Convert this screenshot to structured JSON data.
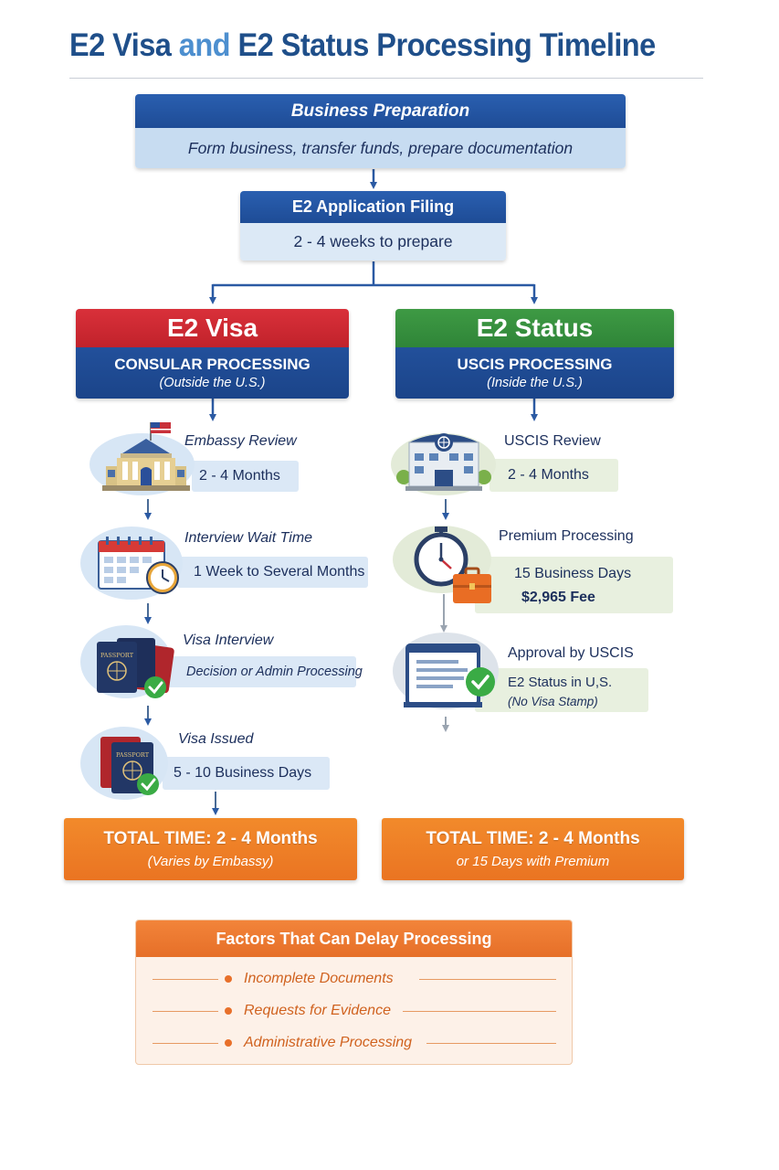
{
  "title": {
    "part1": "E2 Visa",
    "and": "and",
    "part2": "E2 Status Processing Timeline"
  },
  "business_prep": {
    "title": "Business Preparation",
    "desc": "Form business, transfer funds, prepare documentation"
  },
  "application_filing": {
    "title": "E2 Application Filing",
    "desc": "2 - 4 weeks to prepare"
  },
  "visa_column": {
    "header": "E2 Visa",
    "subheader": "CONSULAR PROCESSING",
    "note": "(Outside the U.S.)",
    "steps": [
      {
        "label": "Embassy Review",
        "value": "2 - 4 Months",
        "icon": "embassy-icon"
      },
      {
        "label": "Interview Wait Time",
        "value": "1 Week to Several Months",
        "icon": "calendar-clock-icon"
      },
      {
        "label": "Visa Interview",
        "value": "Decision or Admin Processing",
        "icon": "passport-check-icon"
      },
      {
        "label": "Visa Issued",
        "value": "5 - 10 Business Days",
        "icon": "passport-check-icon"
      }
    ],
    "total": {
      "label": "TOTAL TIME: 2 - 4 Months",
      "note": "(Varies by Embassy)"
    }
  },
  "status_column": {
    "header": "E2 Status",
    "subheader": "USCIS PROCESSING",
    "note": "(Inside the U.S.)",
    "steps": [
      {
        "label": "USCIS Review",
        "value": "2 - 4 Months",
        "icon": "office-building-icon"
      },
      {
        "label": "Premium Processing",
        "value_line1": "15 Business Days",
        "value_line2": "$2,965 Fee",
        "icon": "stopwatch-briefcase-icon"
      },
      {
        "label": "Approval by USCIS",
        "value_line1": "E2 Status in U,S.",
        "value_line2": "(No Visa Stamp)",
        "icon": "document-check-icon"
      }
    ],
    "total": {
      "label": "TOTAL TIME: 2 - 4 Months",
      "note": "or 15 Days with Premium"
    }
  },
  "delay_factors": {
    "title": "Factors That Can Delay Processing",
    "items": [
      "Incomplete Documents",
      "Requests for Evidence",
      "Administrative Processing"
    ]
  },
  "colors": {
    "navy": "#1e4c96",
    "red": "#c1222b",
    "green": "#2f8538",
    "orange": "#ea7422",
    "light_blue": "#dbe8f6"
  }
}
